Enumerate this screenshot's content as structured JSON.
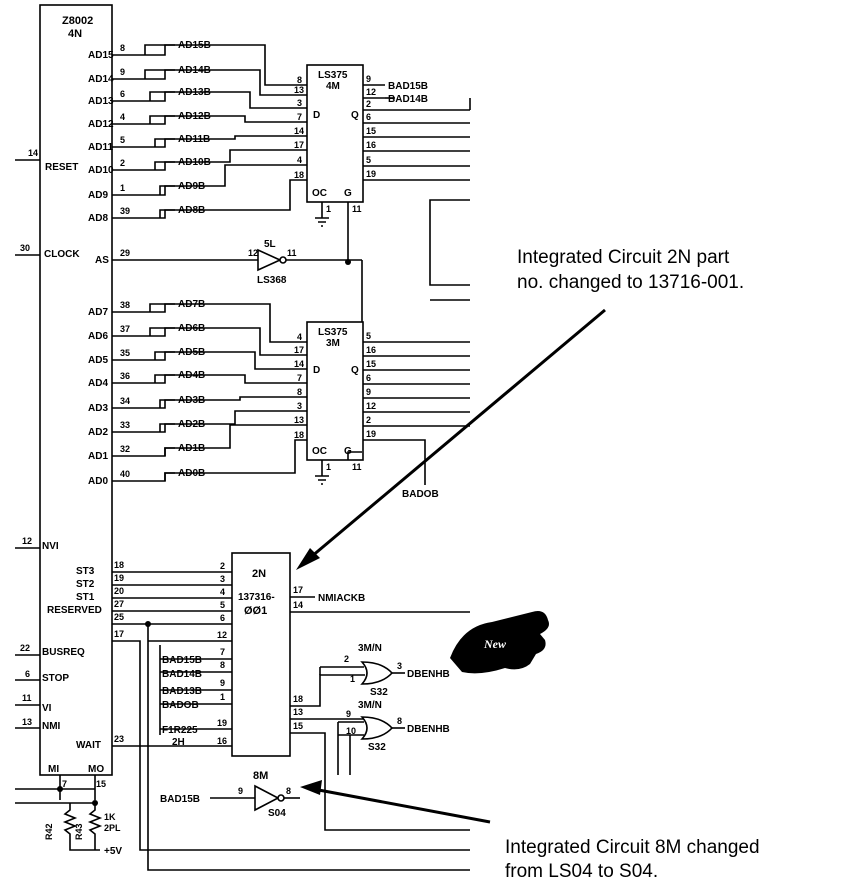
{
  "z8002": {
    "ref_lines": [
      "Z8002",
      "4N"
    ],
    "address_pins": [
      {
        "name": "AD15",
        "pin": "8",
        "net": "AD15B"
      },
      {
        "name": "AD14",
        "pin": "9",
        "net": "AD14B"
      },
      {
        "name": "AD13",
        "pin": "6",
        "net": "AD13B"
      },
      {
        "name": "AD12",
        "pin": "4",
        "net": "AD12B"
      },
      {
        "name": "AD11",
        "pin": "5",
        "net": "AD11B"
      },
      {
        "name": "AD10",
        "pin": "2",
        "net": "AD10B"
      },
      {
        "name": "AD9",
        "pin": "1",
        "net": "AD9B"
      },
      {
        "name": "AD8",
        "pin": "39",
        "net": "AD8B"
      },
      {
        "name": "AS",
        "pin": "29",
        "net": ""
      },
      {
        "name": "AD7",
        "pin": "38",
        "net": "AD7B"
      },
      {
        "name": "AD6",
        "pin": "37",
        "net": "AD6B"
      },
      {
        "name": "AD5",
        "pin": "35",
        "net": "AD5B"
      },
      {
        "name": "AD4",
        "pin": "36",
        "net": "AD4B"
      },
      {
        "name": "AD3",
        "pin": "34",
        "net": "AD3B"
      },
      {
        "name": "AD2",
        "pin": "33",
        "net": "AD2B"
      },
      {
        "name": "AD1",
        "pin": "32",
        "net": "AD1B"
      },
      {
        "name": "AD0",
        "pin": "40",
        "net": "AD0B"
      }
    ],
    "status_pins": [
      {
        "name": "ST3",
        "pin": "18"
      },
      {
        "name": "ST2",
        "pin": "19"
      },
      {
        "name": "ST1",
        "pin": "20"
      },
      {
        "name": "RESERVED",
        "pin": "27"
      },
      {
        "name": "",
        "pin": "25"
      },
      {
        "name": "",
        "pin": "17"
      },
      {
        "name": "WAIT",
        "pin": "23"
      }
    ],
    "left_pins": [
      {
        "name": "RESET",
        "pin": "14"
      },
      {
        "name": "CLOCK",
        "pin": "30"
      },
      {
        "name": "NVI",
        "pin": "12"
      },
      {
        "name": "BUSREQ",
        "pin": "22"
      },
      {
        "name": "STOP",
        "pin": "6"
      },
      {
        "name": "VI",
        "pin": "11"
      },
      {
        "name": "NMI",
        "pin": "13"
      }
    ],
    "bottom_pins": [
      {
        "name": "MI",
        "pin": "7"
      },
      {
        "name": "MO",
        "pin": "15"
      }
    ]
  },
  "ls375_4m": {
    "title": "LS375",
    "ref": "4M",
    "in_pins": [
      "8",
      "13",
      "3",
      "7",
      "14",
      "17",
      "4",
      "18"
    ],
    "out_pins": [
      "9",
      "12",
      "2",
      "6",
      "15",
      "16",
      "5",
      "19"
    ],
    "out_nets": [
      "BAD15B",
      "BAD14B"
    ],
    "d_label": "D",
    "q_label": "Q",
    "oc_label": "OC",
    "g_label": "G",
    "oc_pin": "1",
    "g_pin": "11"
  },
  "ls375_3m": {
    "title": "LS375",
    "ref": "3M",
    "in_pins": [
      "4",
      "17",
      "14",
      "7",
      "8",
      "3",
      "13",
      "18"
    ],
    "out_pins": [
      "5",
      "16",
      "15",
      "6",
      "9",
      "12",
      "2",
      "19"
    ],
    "out_net": "BADOB",
    "d_label": "D",
    "q_label": "Q",
    "oc_label": "OC",
    "g_label": "G",
    "oc_pin": "1",
    "g_pin": "11"
  },
  "buffer_5l": {
    "ref": "5L",
    "part": "LS368",
    "in_pin": "12",
    "out_pin": "11"
  },
  "ic_2n": {
    "ref": "2N",
    "part_line1": "137316-",
    "part_line2": "ØØ1",
    "left_pins": [
      "2",
      "3",
      "4",
      "5",
      "6",
      "12",
      "7",
      "8",
      "9",
      "1",
      "19",
      "16"
    ],
    "right_pins": [
      "17",
      "14",
      "18",
      "13",
      "15"
    ],
    "out_net": "NMIACKB",
    "in_nets": [
      "BAD15B",
      "BAD14B",
      "BAD13B",
      "BADOB",
      "F1R225",
      "2H"
    ]
  },
  "gate_a": {
    "ref": "3M/N",
    "part": "S32",
    "in_pins": [
      "2",
      "1"
    ],
    "out_pin": "3",
    "out_net": "DBENHB"
  },
  "gate_b": {
    "ref": "3M/N",
    "part": "S32",
    "in_pins": [
      "9",
      "10"
    ],
    "out_pin": "8",
    "out_net": "DBENHB"
  },
  "inverter_8m": {
    "ref": "8M",
    "part": "S04",
    "in_pin": "9",
    "out_pin": "8",
    "in_net": "BAD15B"
  },
  "resistors": [
    {
      "ref": "R42",
      "value": ""
    },
    {
      "ref": "R43",
      "value": "1K"
    },
    {
      "ref": "",
      "value": "2PL"
    }
  ],
  "supply": "+5V",
  "badge": "New",
  "callouts": [
    {
      "text_lines": [
        "Integrated Circuit 2N part",
        "no. changed to 13716-001."
      ]
    },
    {
      "text_lines": [
        "Integrated Circuit 8M changed",
        "from LS04 to S04."
      ]
    }
  ]
}
